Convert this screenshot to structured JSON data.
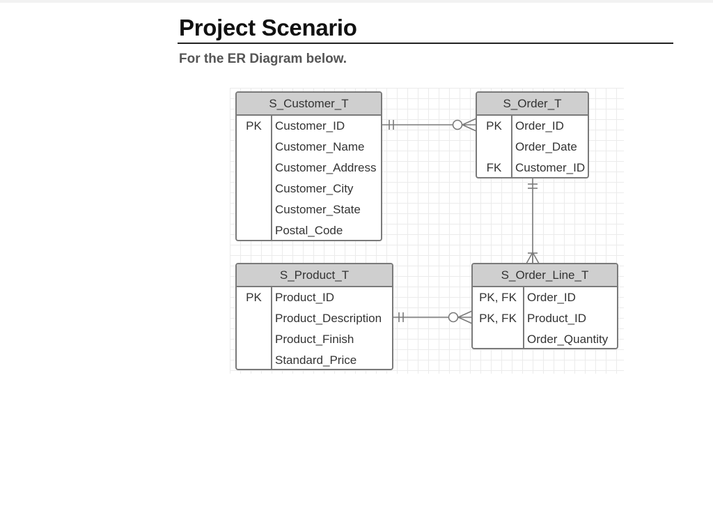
{
  "page": {
    "title": "Project Scenario",
    "subtitle": "For the ER Diagram below."
  },
  "entities": {
    "customer": {
      "name": "S_Customer_T",
      "rows": [
        {
          "key": "PK",
          "attr": "Customer_ID"
        },
        {
          "key": "",
          "attr": "Customer_Name"
        },
        {
          "key": "",
          "attr": "Customer_Address"
        },
        {
          "key": "",
          "attr": "Customer_City"
        },
        {
          "key": "",
          "attr": "Customer_State"
        },
        {
          "key": "",
          "attr": "Postal_Code"
        }
      ]
    },
    "order": {
      "name": "S_Order_T",
      "rows": [
        {
          "key": "PK",
          "attr": "Order_ID"
        },
        {
          "key": "",
          "attr": "Order_Date"
        },
        {
          "key": "FK",
          "attr": "Customer_ID"
        }
      ]
    },
    "product": {
      "name": "S_Product_T",
      "rows": [
        {
          "key": "PK",
          "attr": "Product_ID"
        },
        {
          "key": "",
          "attr": "Product_Description"
        },
        {
          "key": "",
          "attr": "Product_Finish"
        },
        {
          "key": "",
          "attr": "Standard_Price"
        }
      ]
    },
    "order_line": {
      "name": "S_Order_Line_T",
      "rows": [
        {
          "key": "PK, FK",
          "attr": "Order_ID"
        },
        {
          "key": "PK, FK",
          "attr": "Product_ID"
        },
        {
          "key": "",
          "attr": "Order_Quantity"
        }
      ]
    }
  },
  "relationships": [
    {
      "from": "S_Customer_T",
      "from_cardinality": "exactly one",
      "to": "S_Order_T",
      "to_cardinality": "zero or many"
    },
    {
      "from": "S_Order_T",
      "from_cardinality": "exactly one",
      "to": "S_Order_Line_T",
      "to_cardinality": "one or many"
    },
    {
      "from": "S_Product_T",
      "from_cardinality": "exactly one",
      "to": "S_Order_Line_T",
      "to_cardinality": "zero or many"
    }
  ],
  "colors": {
    "header_fill": "#cfcfcf",
    "border": "#7a7a7a",
    "grid": "#ebebeb",
    "text": "#333333"
  }
}
